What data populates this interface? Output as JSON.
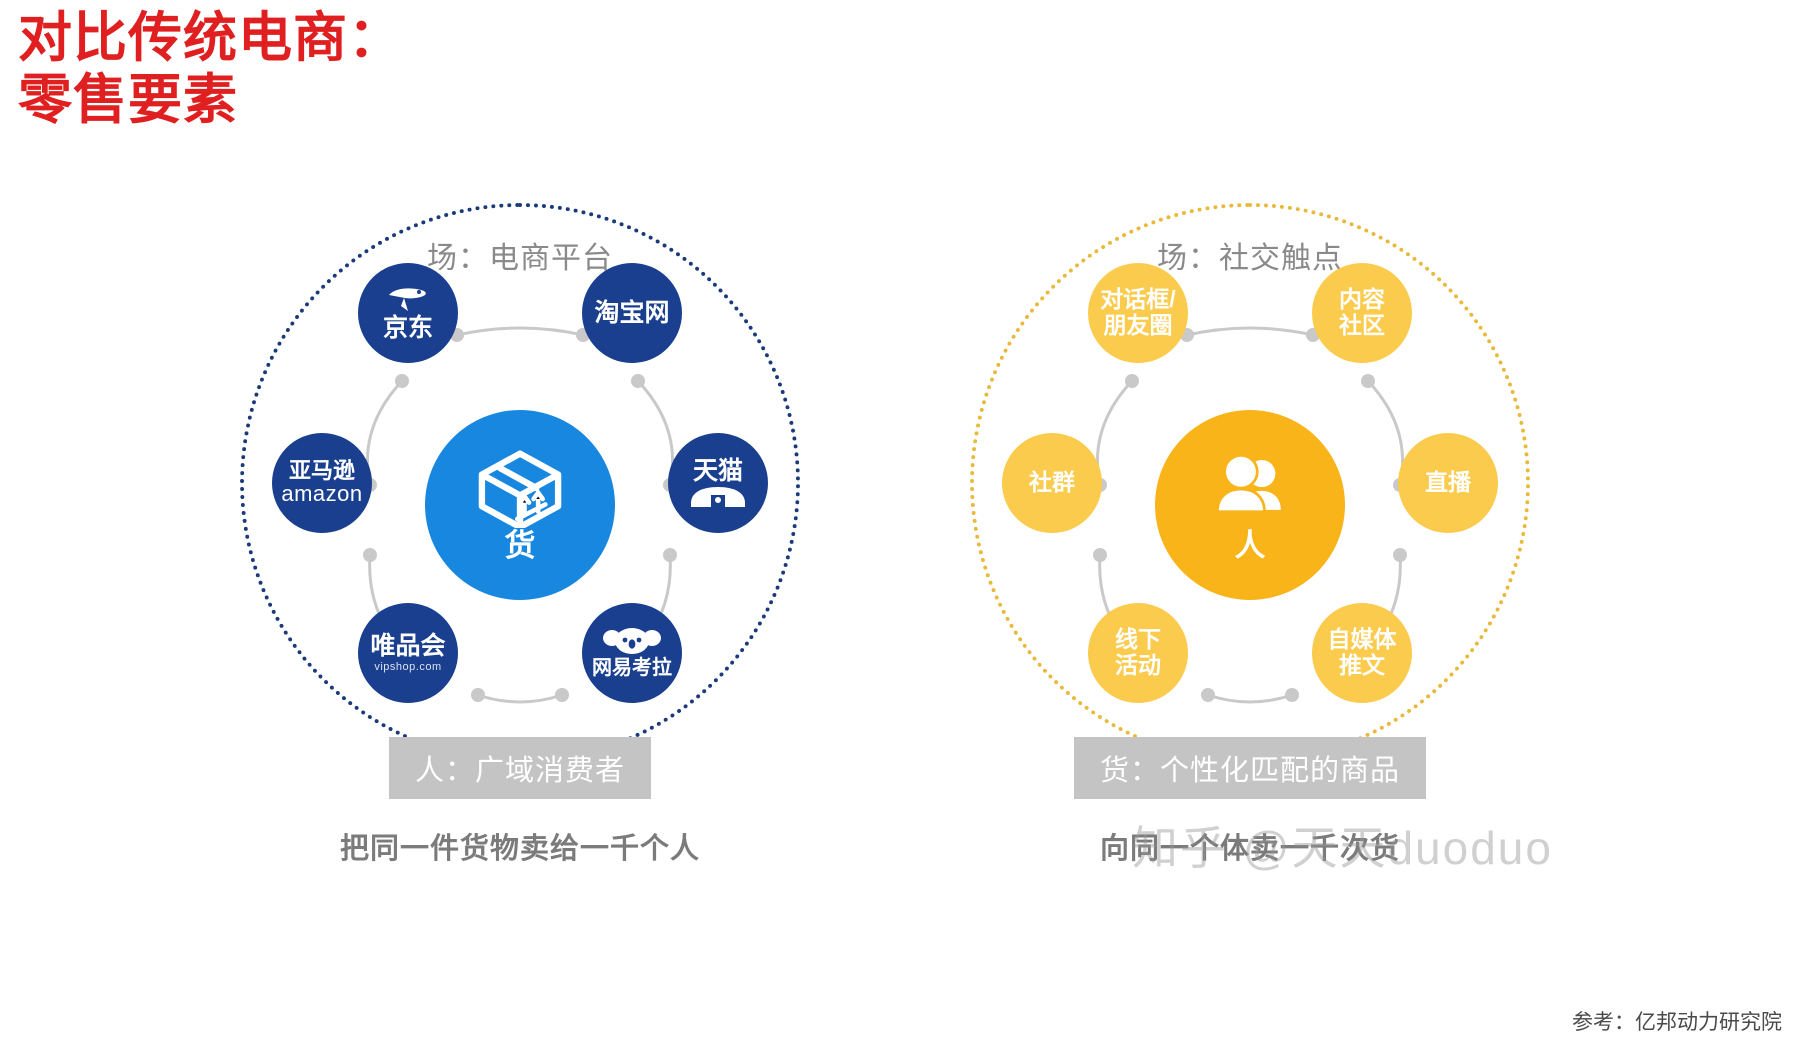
{
  "title": "对比传统电商：\n零售要素",
  "title_color": "#e02020",
  "left_panel": {
    "scene_label": "场：电商平台",
    "ring_color": "#1b3a7a",
    "hub": {
      "label": "货",
      "icon": "package-box-icon",
      "color": "#1787e0"
    },
    "nodes": [
      {
        "label": "京东",
        "sub": "",
        "icon": "jd-dog-icon",
        "color": "#1a3f8f"
      },
      {
        "label": "淘宝网",
        "sub": "",
        "icon": "",
        "color": "#1a3f8f"
      },
      {
        "label": "天猫",
        "sub": "",
        "icon": "tmall-cat-icon",
        "color": "#1a3f8f"
      },
      {
        "label": "网易考拉",
        "sub": "",
        "icon": "koala-icon",
        "color": "#1a3f8f"
      },
      {
        "label": "唯品会",
        "sub": "vipshop.com",
        "icon": "",
        "color": "#1a3f8f"
      },
      {
        "label": "亚马逊",
        "sub": "amazon",
        "icon": "",
        "color": "#1a3f8f"
      }
    ],
    "banner": "人：广域消费者",
    "banner_color": "#c4c4c4",
    "caption": "把同一件货物卖给一千个人"
  },
  "right_panel": {
    "scene_label": "场：社交触点",
    "ring_color": "#e8b93b",
    "hub": {
      "label": "人",
      "icon": "people-group-icon",
      "color": "#f8b419"
    },
    "nodes": [
      {
        "label": "对话框/\n朋友圈",
        "sub": "",
        "icon": "",
        "color": "#fbcb4e"
      },
      {
        "label": "内容\n社区",
        "sub": "",
        "icon": "",
        "color": "#fbcb4e"
      },
      {
        "label": "直播",
        "sub": "",
        "icon": "",
        "color": "#fbcb4e"
      },
      {
        "label": "自媒体\n推文",
        "sub": "",
        "icon": "",
        "color": "#fbcb4e"
      },
      {
        "label": "线下\n活动",
        "sub": "",
        "icon": "",
        "color": "#fbcb4e"
      },
      {
        "label": "社群",
        "sub": "",
        "icon": "",
        "color": "#fbcb4e"
      }
    ],
    "banner": "货：个性化匹配的商品",
    "banner_color": "#c4c4c4",
    "caption": "向同一个体卖一千次货"
  },
  "watermark": "知乎 @天天duoduo",
  "footer_reference": "参考：亿邦动力研究院"
}
